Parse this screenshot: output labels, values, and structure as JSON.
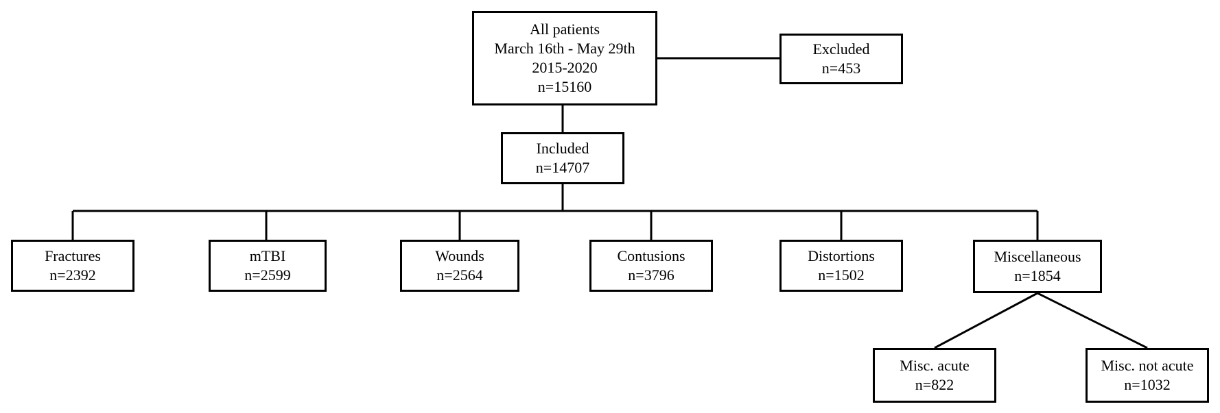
{
  "diagram": {
    "nodes": {
      "all_patients": {
        "line1": "All patients",
        "line2": "March 16th - May 29th",
        "line3": "2015-2020",
        "line4": "n=15160"
      },
      "excluded": {
        "label": "Excluded",
        "count": "n=453"
      },
      "included": {
        "label": "Included",
        "count": "n=14707"
      },
      "fractures": {
        "label": "Fractures",
        "count": "n=2392"
      },
      "mtbi": {
        "label": "mTBI",
        "count": "n=2599"
      },
      "wounds": {
        "label": "Wounds",
        "count": "n=2564"
      },
      "contusions": {
        "label": "Contusions",
        "count": "n=3796"
      },
      "distortions": {
        "label": "Distortions",
        "count": "n=1502"
      },
      "miscellaneous": {
        "label": "Miscellaneous",
        "count": "n=1854"
      },
      "misc_acute": {
        "label": "Misc. acute",
        "count": "n=822"
      },
      "misc_not_acute": {
        "label": "Misc. not acute",
        "count": "n=1032"
      }
    },
    "edges": [
      [
        "all_patients",
        "excluded"
      ],
      [
        "all_patients",
        "included"
      ],
      [
        "included",
        "fractures"
      ],
      [
        "included",
        "mtbi"
      ],
      [
        "included",
        "wounds"
      ],
      [
        "included",
        "contusions"
      ],
      [
        "included",
        "distortions"
      ],
      [
        "included",
        "miscellaneous"
      ],
      [
        "miscellaneous",
        "misc_acute"
      ],
      [
        "miscellaneous",
        "misc_not_acute"
      ]
    ]
  }
}
